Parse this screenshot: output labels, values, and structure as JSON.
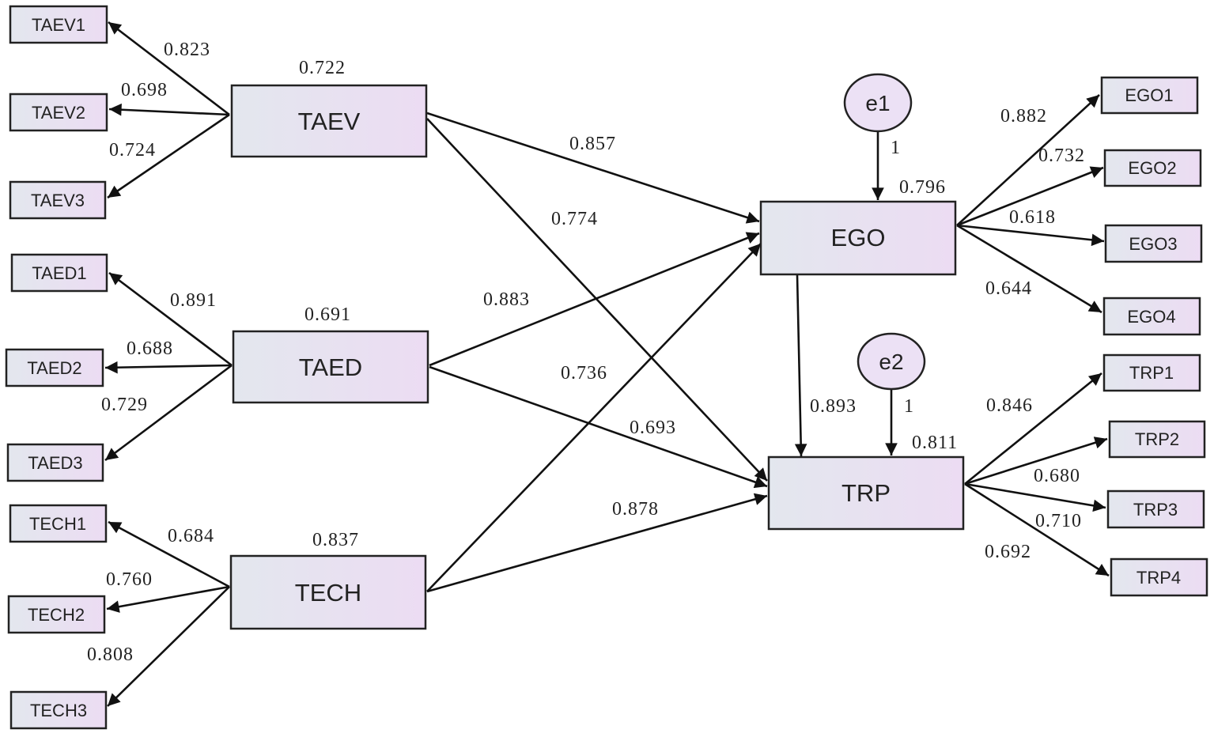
{
  "constructs": {
    "taev": "TAEV",
    "taed": "TAED",
    "tech": "TECH",
    "ego": "EGO",
    "trp": "TRP"
  },
  "indicators": {
    "taev1": "TAEV1",
    "taev2": "TAEV2",
    "taev3": "TAEV3",
    "taed1": "TAED1",
    "taed2": "TAED2",
    "taed3": "TAED3",
    "tech1": "TECH1",
    "tech2": "TECH2",
    "tech3": "TECH3",
    "ego1": "EGO1",
    "ego2": "EGO2",
    "ego3": "EGO3",
    "ego4": "EGO4",
    "trp1": "TRP1",
    "trp2": "TRP2",
    "trp3": "TRP3",
    "trp4": "TRP4"
  },
  "errors": {
    "e1": "e1",
    "e2": "e2"
  },
  "r2": {
    "taev": "0.722",
    "taed": "0.691",
    "tech": "0.837",
    "ego": "0.796",
    "trp": "0.811"
  },
  "loadings": {
    "taev1": "0.823",
    "taev2": "0.698",
    "taev3": "0.724",
    "taed1": "0.891",
    "taed2": "0.688",
    "taed3": "0.729",
    "tech1": "0.684",
    "tech2": "0.760",
    "tech3": "0.808",
    "ego1": "0.882",
    "ego2": "0.732",
    "ego3": "0.618",
    "ego4": "0.644",
    "trp1": "0.846",
    "trp2": "0.680",
    "trp3": "0.710",
    "trp4": "0.692"
  },
  "paths": {
    "taev_ego": "0.857",
    "taev_trp": "0.774",
    "taed_ego": "0.883",
    "taed_trp": "0.693",
    "tech_ego": "0.736",
    "tech_trp": "0.878",
    "ego_trp": "0.893",
    "e1_ego": "1",
    "e2_trp": "1"
  },
  "colors": {
    "box_left": "#e3e7ee",
    "box_right": "#ecdcf3",
    "line": "#111111"
  }
}
